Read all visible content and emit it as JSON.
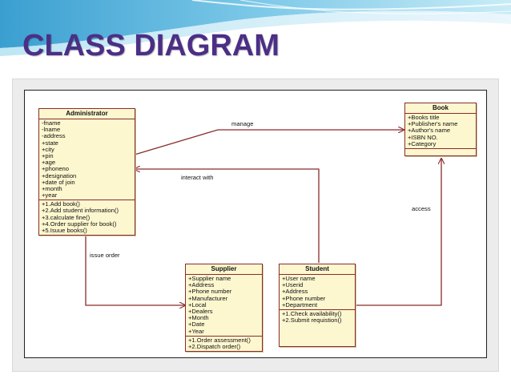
{
  "title": "CLASS DIAGRAM",
  "colors": {
    "title": "#4b2f86",
    "class_fill": "#fdf7cf",
    "class_border": "#8a2b2b",
    "edge": "#8a2b2b",
    "band_blue": "#5fb6dd"
  },
  "classes": {
    "administrator": {
      "name": "Administrator",
      "attributes": [
        "-fname",
        "-lname",
        "-address",
        "+state",
        "+city",
        "+pin",
        "+age",
        "+phoneno",
        "+designation",
        "+date of join",
        "+month",
        "+year"
      ],
      "operations": [
        "+1.Add book()",
        "+2.Add student information()",
        "+3.calculate fine()",
        "+4.Order supplier for book()",
        "+5.Isuue books()"
      ]
    },
    "book": {
      "name": "Book",
      "attributes": [
        "+Books title",
        "+Publisher's name",
        "+Author's name",
        "+ISBN NO.",
        "+Category"
      ]
    },
    "supplier": {
      "name": "Supplier",
      "attributes": [
        "+Supplier name",
        "+Address",
        "+Phone number",
        "+Manufacturer",
        "+Local",
        "+Dealers",
        "+Month",
        "+Date",
        "+Year"
      ],
      "operations": [
        "+1.Order assessment()",
        "+2.Dispatch order()"
      ]
    },
    "student": {
      "name": "Student",
      "attributes": [
        "+User name",
        "+Userid",
        "+Address",
        "+Phone number",
        "+Department"
      ],
      "operations": [
        "+1.Check availability()",
        "+2.Submit requistion()"
      ]
    }
  },
  "relations": {
    "manage": "manage",
    "interact_with": "interact with",
    "issue_order": "issue order",
    "access": "access"
  }
}
